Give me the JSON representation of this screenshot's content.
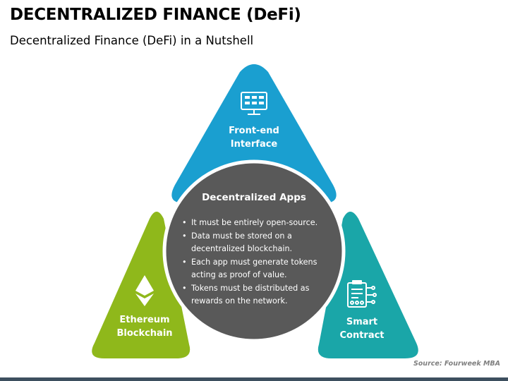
{
  "title": "DECENTRALIZED FINANCE (DeFi)",
  "subtitle": "Decentralized Finance (DeFi) in a Nutshell",
  "nodes": {
    "top": {
      "label_line1": "Front-end",
      "label_line2": "Interface",
      "icon": "monitor-icon",
      "color": "#1a9fd0"
    },
    "left": {
      "label_line1": "Ethereum",
      "label_line2": "Blockchain",
      "icon": "ethereum-icon",
      "color": "#8fb81b"
    },
    "right": {
      "label_line1": "Smart",
      "label_line2": "Contract",
      "icon": "contract-icon",
      "color": "#1aa6a8"
    }
  },
  "center": {
    "title": "Decentralized Apps",
    "color": "#595959",
    "bullets": [
      "It must be entirely open-source.",
      "Data must be stored on a decentralized blockchain.",
      "Each app must generate tokens acting as proof of value.",
      "Tokens must be distributed as rewards on the network."
    ]
  },
  "source": "Source: Fourweek MBA"
}
